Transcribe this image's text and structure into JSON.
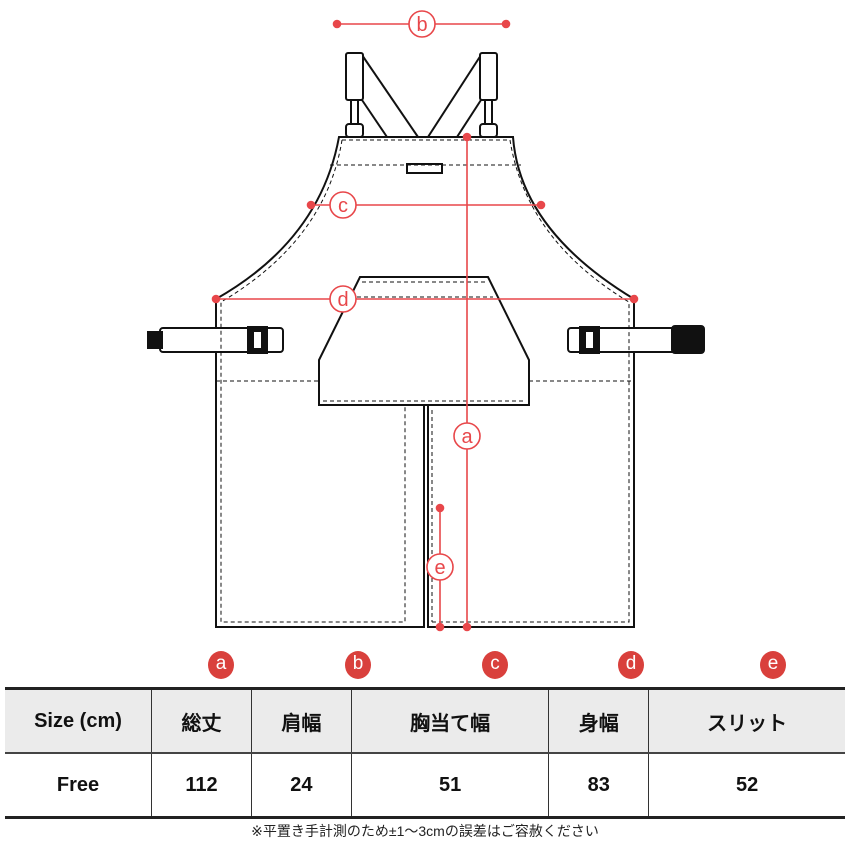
{
  "colors": {
    "measure_line": "#e8474a",
    "badge": "#d9403c",
    "header_bg": "#ebebeb"
  },
  "diagram": {
    "labels": {
      "a": "a",
      "b": "b",
      "c": "c",
      "d": "d",
      "e": "e"
    }
  },
  "table": {
    "badges": [
      "a",
      "b",
      "c",
      "d",
      "e"
    ],
    "headers": [
      "Size (cm)",
      "総丈",
      "肩幅",
      "胸当て幅",
      "身幅",
      "スリット"
    ],
    "rows": [
      {
        "size": "Free",
        "values": [
          "112",
          "24",
          "51",
          "83",
          "52"
        ]
      }
    ]
  },
  "note": "※平置き手計測のため±1～3cmの誤差はご容赦ください"
}
